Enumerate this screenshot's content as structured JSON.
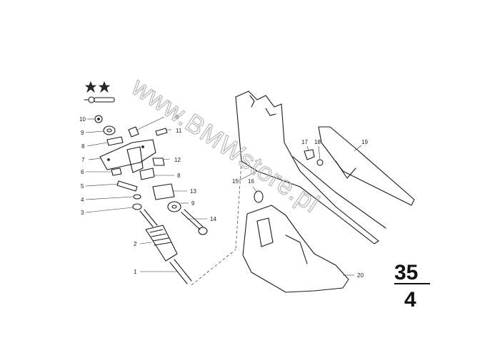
{
  "watermark": "www.BMWstore.pl",
  "group_number": {
    "top": "35",
    "bottom": "4"
  },
  "callouts": [
    "10",
    "9",
    "8",
    "7",
    "6",
    "5",
    "4",
    "3",
    "2",
    "1",
    "6",
    "11",
    "12",
    "8",
    "13",
    "9",
    "14",
    "15",
    "16",
    "17",
    "18",
    "19",
    "20"
  ]
}
